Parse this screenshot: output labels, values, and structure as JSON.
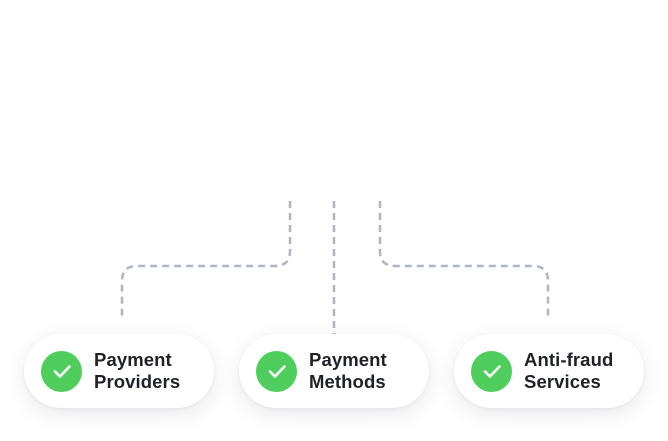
{
  "colors": {
    "check_fill": "#4fce5d",
    "check_mark": "#ffffff",
    "connector": "#aeb6c1",
    "text": "#1f2129"
  },
  "nodes": [
    {
      "line1": "Payment",
      "line2": "Providers",
      "icon": "checkmark-circle-icon"
    },
    {
      "line1": "Payment",
      "line2": "Methods",
      "icon": "checkmark-circle-icon"
    },
    {
      "line1": "Anti-fraud",
      "line2": "Services",
      "icon": "checkmark-circle-icon"
    }
  ]
}
